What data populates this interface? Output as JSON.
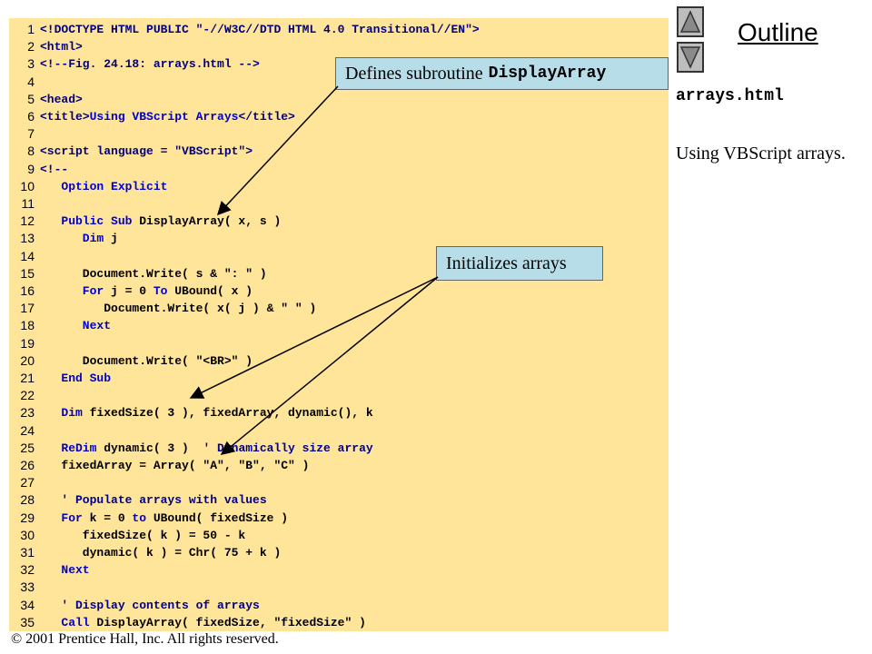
{
  "code_lines": [
    {
      "n": "1",
      "tokens": [
        {
          "t": "<!DOCTYPE HTML PUBLIC \"-//W3C//DTD HTML 4.0 Transitional//EN\">",
          "c": "tag"
        }
      ]
    },
    {
      "n": "2",
      "tokens": [
        {
          "t": "<html>",
          "c": "tag"
        }
      ]
    },
    {
      "n": "3",
      "tokens": [
        {
          "t": "<!--Fig. 24.18: arrays.html -->",
          "c": "tag"
        }
      ]
    },
    {
      "n": "4",
      "tokens": []
    },
    {
      "n": "5",
      "tokens": [
        {
          "t": "<head>",
          "c": "tag"
        }
      ]
    },
    {
      "n": "6",
      "tokens": [
        {
          "t": "<title>",
          "c": "tag"
        },
        {
          "t": "Using VBScript Arrays",
          "c": "kw"
        },
        {
          "t": "</title>",
          "c": "tag"
        }
      ]
    },
    {
      "n": "7",
      "tokens": []
    },
    {
      "n": "8",
      "tokens": [
        {
          "t": "<script language = \"VBScript\">",
          "c": "tag"
        }
      ]
    },
    {
      "n": "9",
      "tokens": [
        {
          "t": "<!--",
          "c": "tag"
        }
      ]
    },
    {
      "n": "10",
      "tokens": [
        {
          "t": "   Option Explicit",
          "c": "kw"
        }
      ]
    },
    {
      "n": "11",
      "tokens": []
    },
    {
      "n": "12",
      "tokens": [
        {
          "t": "   Public Sub ",
          "c": "kw"
        },
        {
          "t": "DisplayArray( x, s )",
          "c": "txt"
        }
      ]
    },
    {
      "n": "13",
      "tokens": [
        {
          "t": "      Dim ",
          "c": "kw"
        },
        {
          "t": "j",
          "c": "txt"
        }
      ]
    },
    {
      "n": "14",
      "tokens": []
    },
    {
      "n": "15",
      "tokens": [
        {
          "t": "      Document.Write( s & \": \" )",
          "c": "txt"
        }
      ]
    },
    {
      "n": "16",
      "tokens": [
        {
          "t": "      For ",
          "c": "kw"
        },
        {
          "t": "j = 0 ",
          "c": "txt"
        },
        {
          "t": "To ",
          "c": "kw"
        },
        {
          "t": "UBound( x )",
          "c": "txt"
        }
      ]
    },
    {
      "n": "17",
      "tokens": [
        {
          "t": "         Document.Write( x( j ) & \" \" )",
          "c": "txt"
        }
      ]
    },
    {
      "n": "18",
      "tokens": [
        {
          "t": "      Next",
          "c": "kw"
        }
      ]
    },
    {
      "n": "19",
      "tokens": []
    },
    {
      "n": "20",
      "tokens": [
        {
          "t": "      Document.Write( \"<BR>\" )",
          "c": "txt"
        }
      ]
    },
    {
      "n": "21",
      "tokens": [
        {
          "t": "   End Sub",
          "c": "kw"
        }
      ]
    },
    {
      "n": "22",
      "tokens": []
    },
    {
      "n": "23",
      "tokens": [
        {
          "t": "   Dim ",
          "c": "kw"
        },
        {
          "t": "fixedSize( 3 ), fixedArray, dynamic(), k",
          "c": "txt"
        }
      ]
    },
    {
      "n": "24",
      "tokens": []
    },
    {
      "n": "25",
      "tokens": [
        {
          "t": "   ReDim ",
          "c": "kw"
        },
        {
          "t": "dynamic( 3 )  ",
          "c": "txt"
        },
        {
          "t": "' Dynamically size array",
          "c": "cmt"
        }
      ]
    },
    {
      "n": "26",
      "tokens": [
        {
          "t": "   fixedArray = Array( \"A\", \"B\", \"C\" )",
          "c": "txt"
        }
      ]
    },
    {
      "n": "27",
      "tokens": []
    },
    {
      "n": "28",
      "tokens": [
        {
          "t": "   ' Populate arrays with values",
          "c": "cmt"
        }
      ]
    },
    {
      "n": "29",
      "tokens": [
        {
          "t": "   For ",
          "c": "kw"
        },
        {
          "t": "k = 0 ",
          "c": "txt"
        },
        {
          "t": "to ",
          "c": "kw"
        },
        {
          "t": "UBound( fixedSize )",
          "c": "txt"
        }
      ]
    },
    {
      "n": "30",
      "tokens": [
        {
          "t": "      fixedSize( k ) = 50 - k",
          "c": "txt"
        }
      ]
    },
    {
      "n": "31",
      "tokens": [
        {
          "t": "      dynamic( k ) = Chr( 75 + k )",
          "c": "txt"
        }
      ]
    },
    {
      "n": "32",
      "tokens": [
        {
          "t": "   Next",
          "c": "kw"
        }
      ]
    },
    {
      "n": "33",
      "tokens": []
    },
    {
      "n": "34",
      "tokens": [
        {
          "t": "   ' Display contents of arrays",
          "c": "cmt"
        }
      ]
    },
    {
      "n": "35",
      "tokens": [
        {
          "t": "   Call ",
          "c": "kw"
        },
        {
          "t": "DisplayArray( fixedSize, \"fixedSize\" )",
          "c": "txt"
        }
      ]
    }
  ],
  "callouts": {
    "display_prefix": "Defines subroutine",
    "display_name": "DisplayArray",
    "init": "Initializes arrays"
  },
  "sidebar": {
    "outline": "Outline",
    "filename": "arrays.html",
    "description": "Using VBScript arrays."
  },
  "footer": {
    "copyright": "© 2001 Prentice Hall, Inc.  All rights reserved."
  },
  "colors": {
    "code_bg": "#ffe599",
    "callout_bg": "#b7dde8",
    "nav_button": "#bdbdbd"
  },
  "icons": {
    "up": "triangle-up-icon",
    "down": "triangle-down-icon"
  }
}
